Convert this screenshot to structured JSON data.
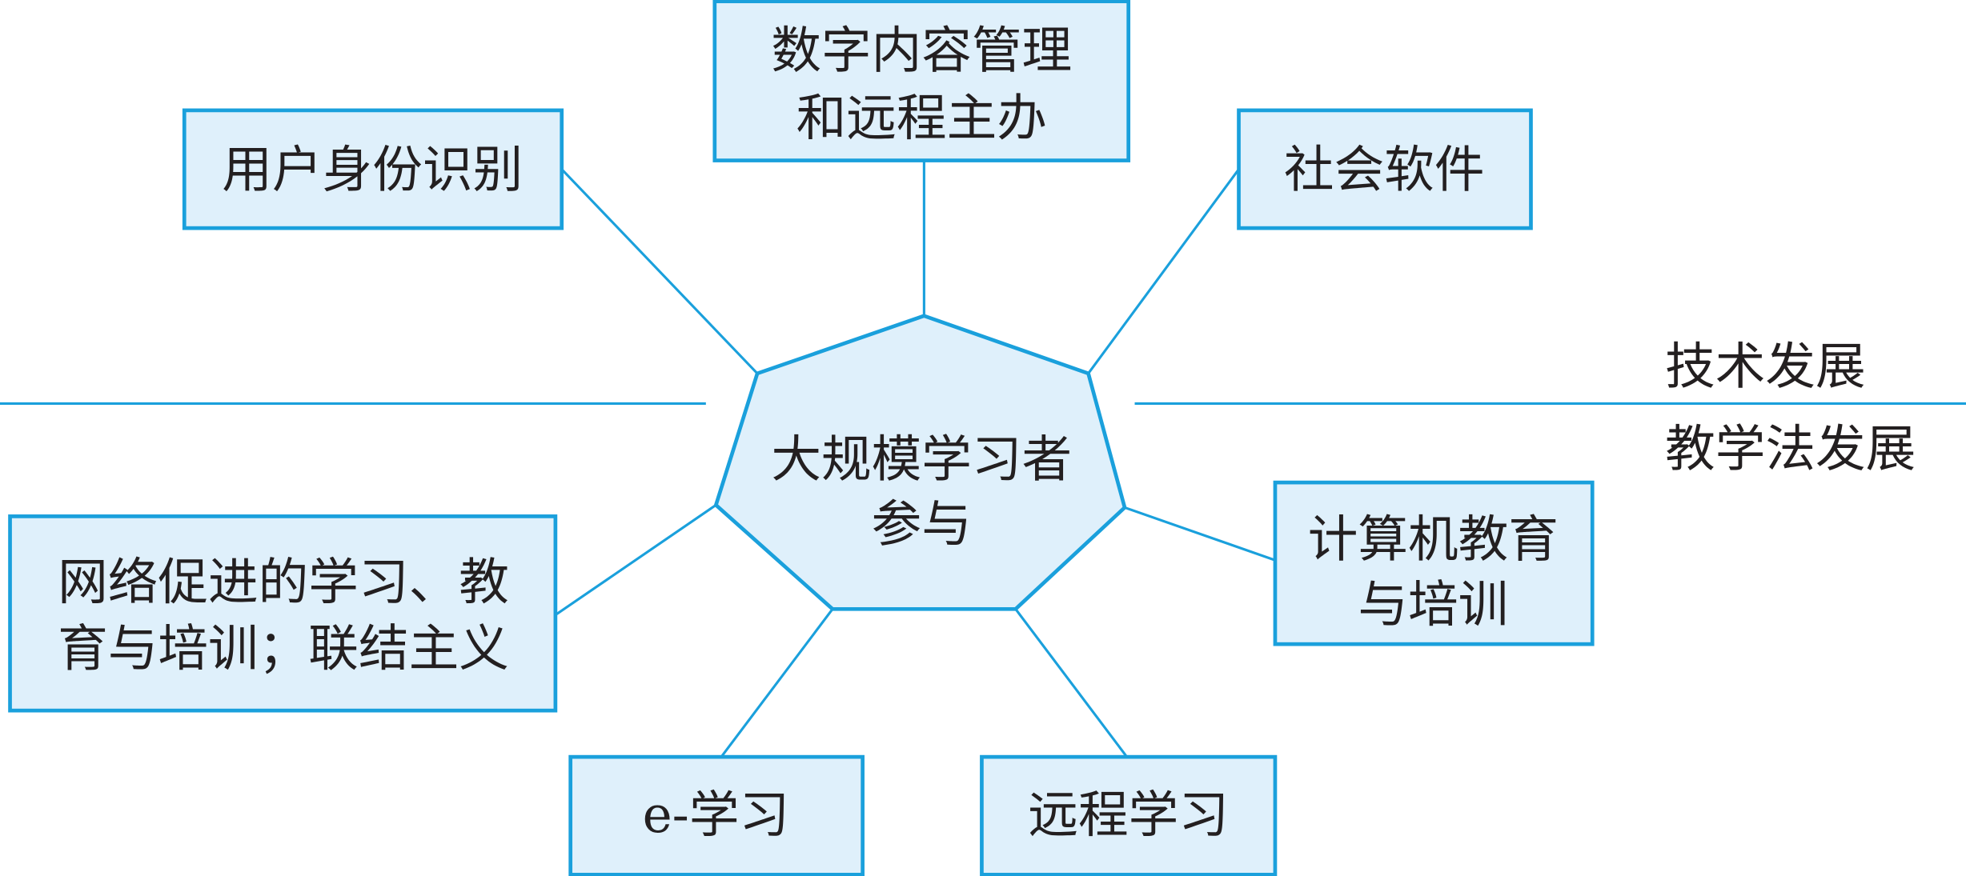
{
  "center": {
    "lines": [
      "大规模学习者",
      "参与"
    ]
  },
  "nodes": {
    "digital_content": [
      "数字内容管理",
      "和远程主办"
    ],
    "user_identity": [
      "用户身份识别"
    ],
    "social_software": [
      "社会软件"
    ],
    "computer_education": [
      "计算机教育",
      "与培训"
    ],
    "network_learning": [
      "网络促进的学习、教",
      "育与培训；联结主义"
    ],
    "e_learning": [
      "e-学习"
    ],
    "distance_learning": [
      "远程学习"
    ]
  },
  "divider": {
    "upper_label": "技术发展",
    "lower_label": "教学法发展"
  },
  "colors": {
    "accent": "#1aa0dc",
    "fill": "#dff0fb"
  }
}
